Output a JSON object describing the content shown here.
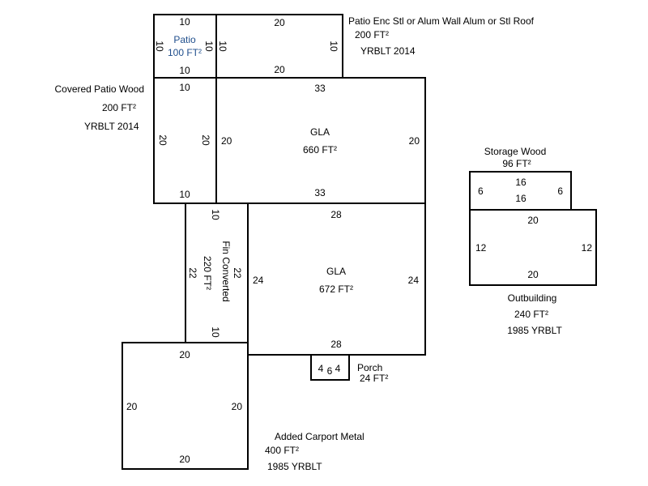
{
  "areas": {
    "patio": {
      "name": "Patio",
      "area": "100 FT²",
      "dims": {
        "top": "10",
        "bottom": "10",
        "left": "10",
        "right": "10"
      }
    },
    "patio_enc": {
      "name": "Patio Enc Stl or Alum Wall  Alum or Stl Roof",
      "area": "200 FT²",
      "year": "YRBLT 2014",
      "dims": {
        "top": "20",
        "bottom": "20",
        "left": "10",
        "right": "10"
      }
    },
    "covered_patio": {
      "name": "Covered Patio Wood",
      "area": "200 FT²",
      "year": "YRBLT 2014",
      "dims": {
        "top": "10",
        "bottom": "10",
        "left": "20",
        "right": "20"
      }
    },
    "gla1": {
      "name": "GLA",
      "area": "660 FT²",
      "dims": {
        "top": "33",
        "bottom": "33",
        "left": "20",
        "right": "20"
      }
    },
    "fin_converted": {
      "name": "Fin Converted",
      "area": "220 FT²",
      "dims": {
        "top": "10",
        "bottom": "10",
        "left": "22",
        "right": "22"
      }
    },
    "gla2": {
      "name": "GLA",
      "area": "672 FT²",
      "dims": {
        "top": "28",
        "bottom": "28",
        "left": "24",
        "right": "24"
      }
    },
    "porch": {
      "name": "Porch",
      "area": "24 FT²",
      "dims": {
        "left": "4",
        "middle": "6",
        "right": "4"
      }
    },
    "carport": {
      "name": "Added Carport Metal",
      "area": "400 FT²",
      "year": "1985 YRBLT",
      "dims": {
        "top": "20",
        "bottom": "20",
        "left": "20",
        "right": "20"
      }
    },
    "storage": {
      "name": "Storage Wood",
      "area": "96 FT²",
      "dims": {
        "top": "16",
        "bottom": "16",
        "left": "6",
        "right": "6"
      }
    },
    "outbuilding": {
      "name": "Outbuilding",
      "area": "240 FT²",
      "year": "1985 YRBLT",
      "dims": {
        "top": "20",
        "bottom": "20",
        "left": "12",
        "right": "12"
      }
    }
  }
}
